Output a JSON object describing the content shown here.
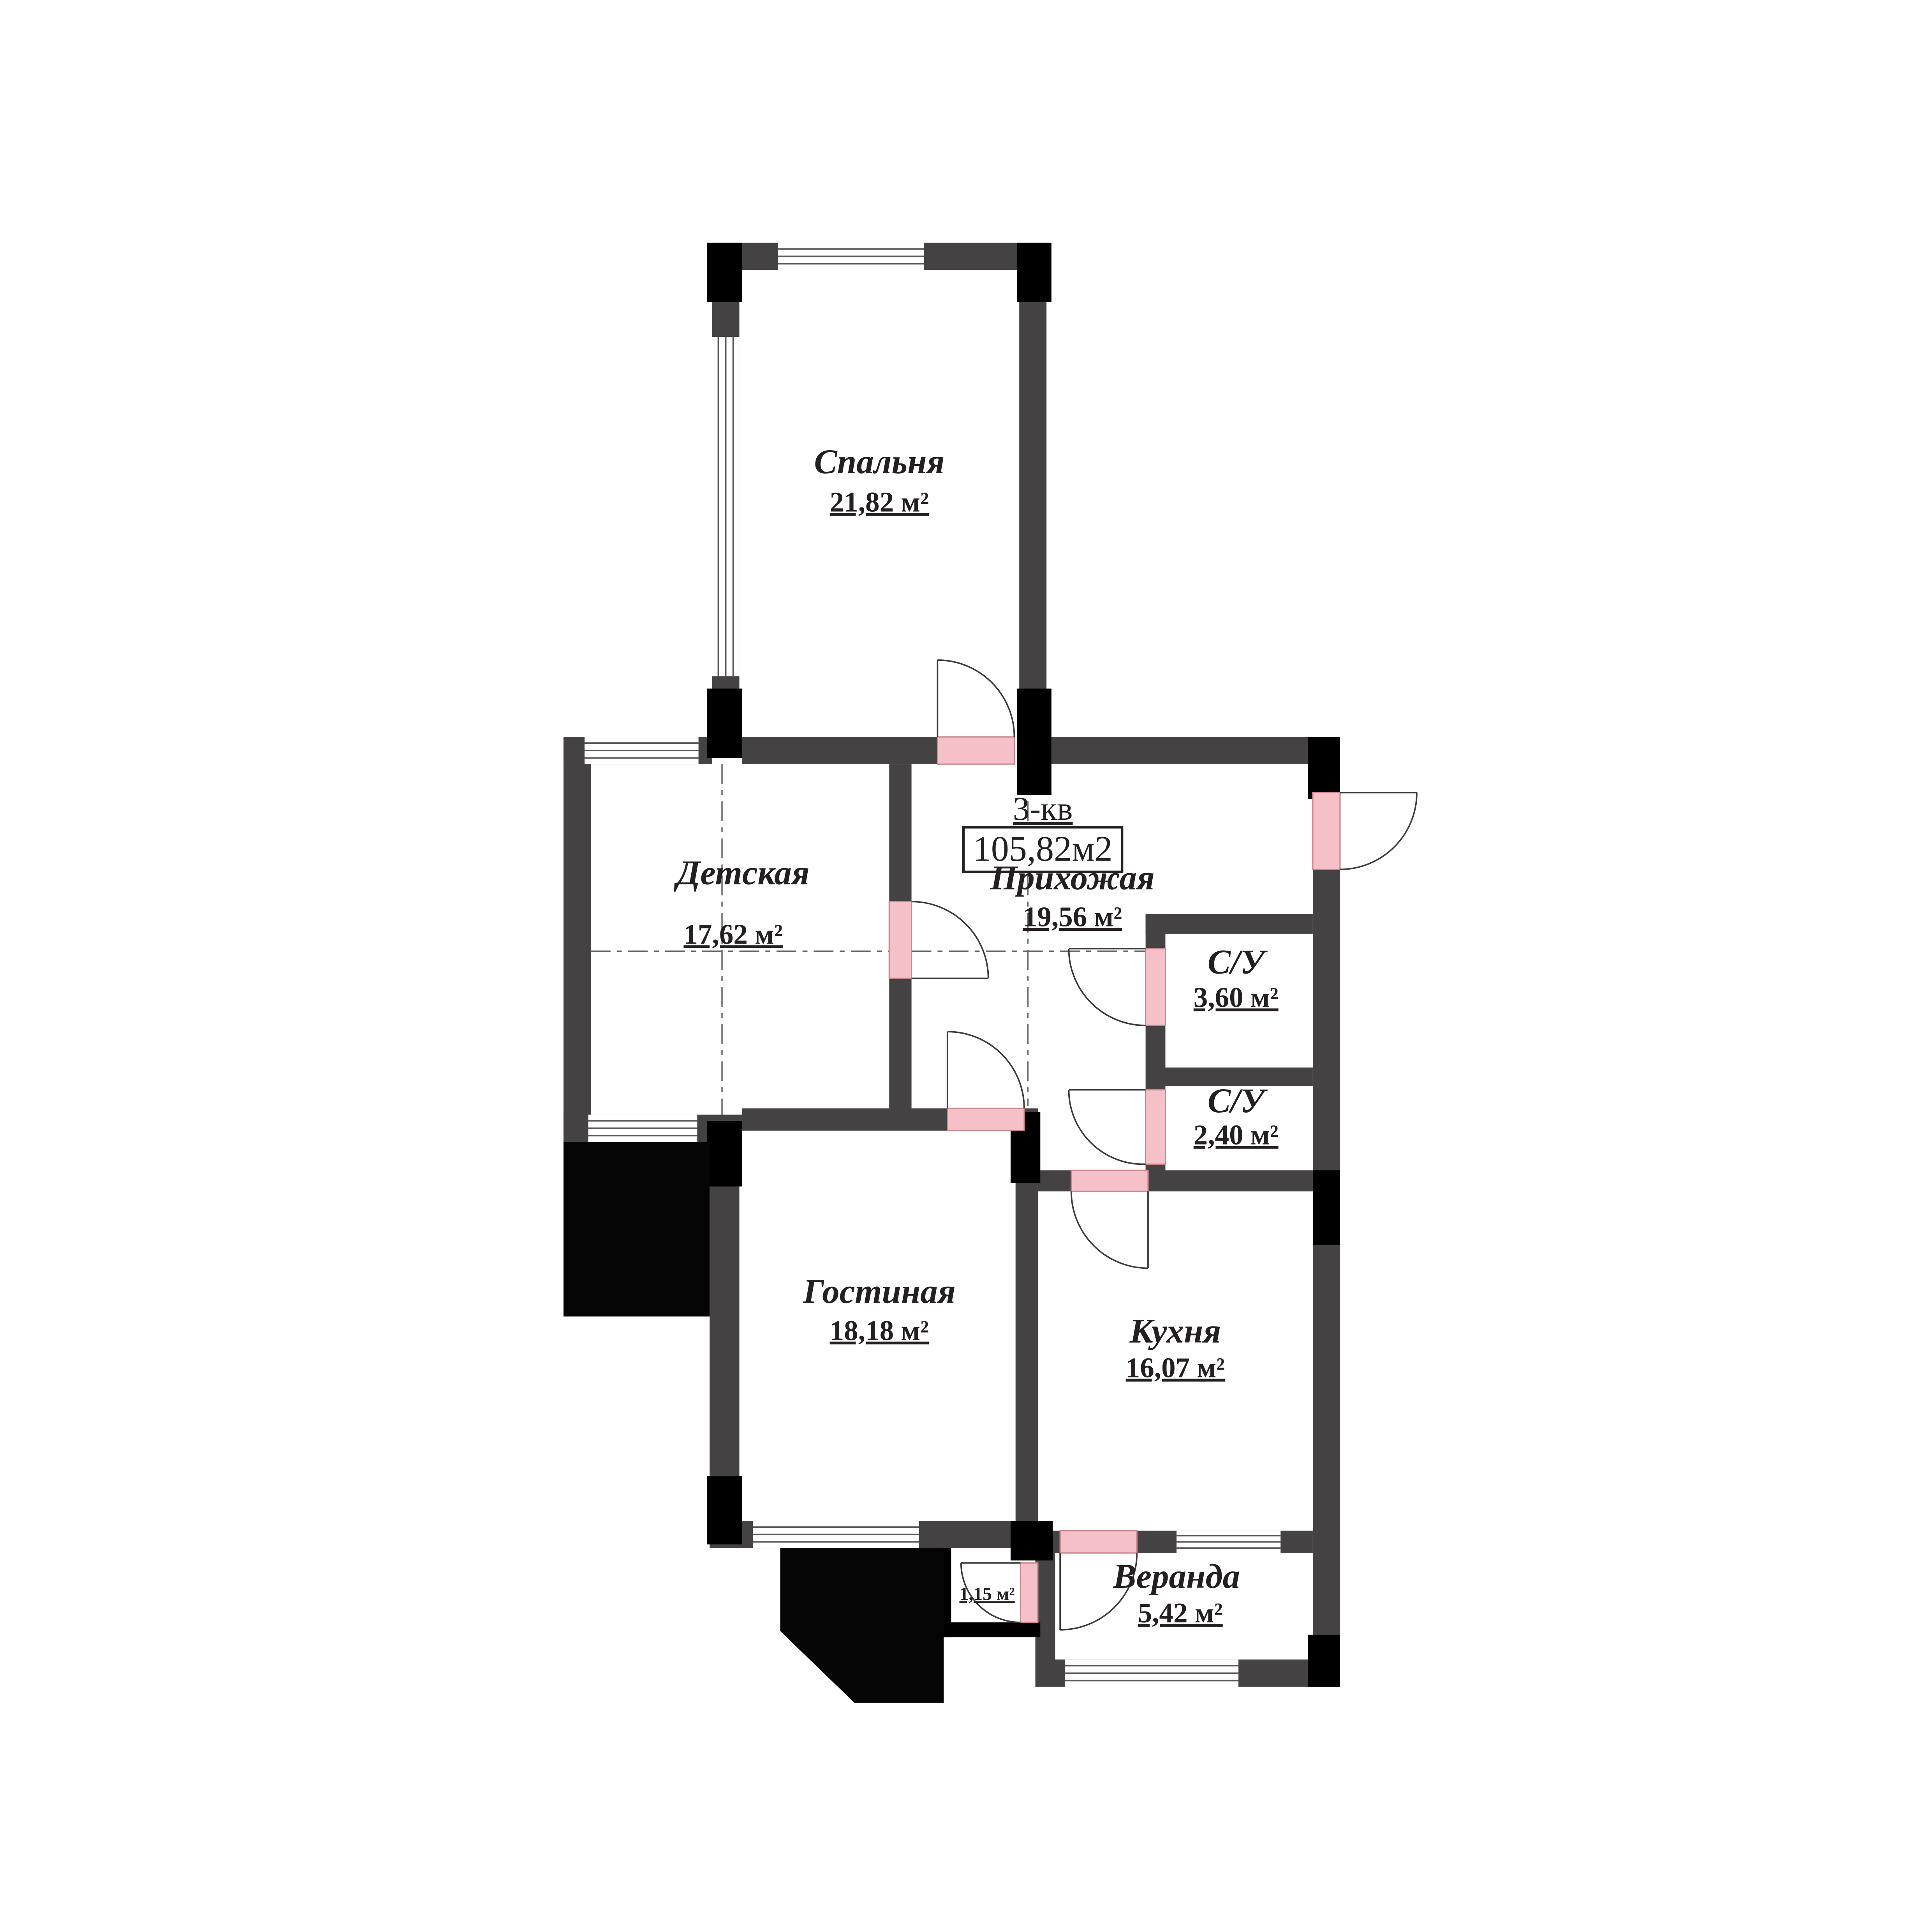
{
  "plan": {
    "unit_label": "3-кв",
    "total_area": "105,82м2",
    "rooms": [
      {
        "name": "Спальня",
        "area": "21,82 м²"
      },
      {
        "name": "Детская",
        "area": "17,62 м²"
      },
      {
        "name": "Прихожая",
        "area": "19,56 м²"
      },
      {
        "name": "С/У",
        "area": "3,60 м²"
      },
      {
        "name": "С/У",
        "area": "2,40 м²"
      },
      {
        "name": "Гостиная",
        "area": "18,18 м²"
      },
      {
        "name": "Кухня",
        "area": "16,07 м²"
      },
      {
        "name": "Веранда",
        "area": "5,42 м²"
      },
      {
        "area": "1,15 м²"
      }
    ],
    "colors": {
      "wall": "#454243",
      "pillar": "#000000",
      "door_fill": "#f6c0c8",
      "door_stroke": "#c9868e",
      "background": "#ffffff"
    }
  }
}
